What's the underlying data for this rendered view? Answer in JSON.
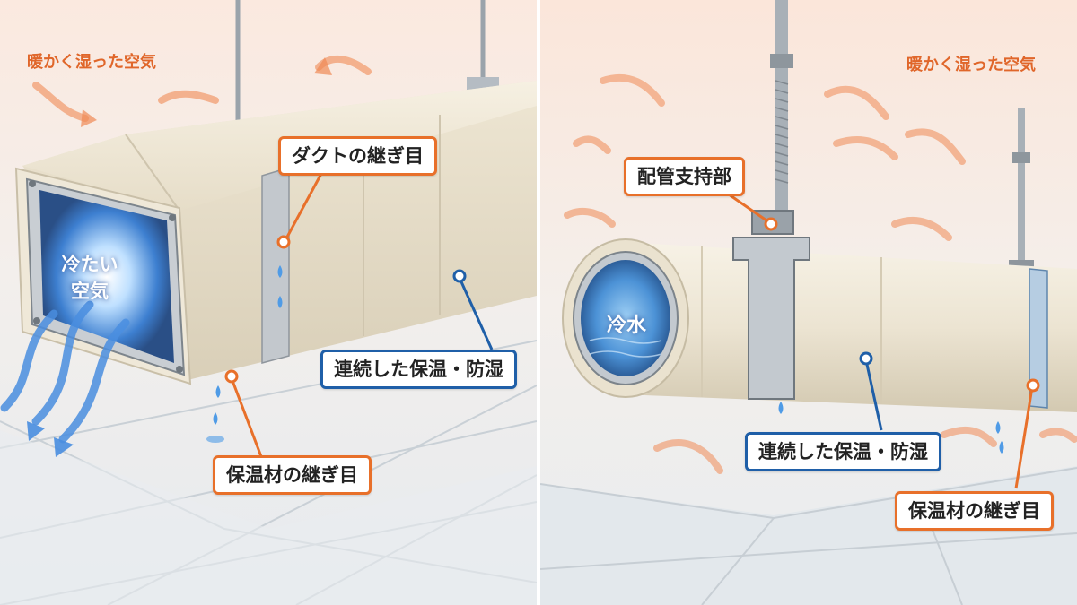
{
  "left_panel": {
    "warm_air_label": "暖かく湿った空気",
    "cold_air_line1": "冷たい",
    "cold_air_line2": "空気",
    "callout_duct_seam": "ダクトの継ぎ目",
    "callout_continuous": "連続した保温・防湿",
    "callout_insulation_seam": "保温材の継ぎ目"
  },
  "right_panel": {
    "warm_air_label": "暖かく湿った空気",
    "cold_water_label": "冷水",
    "callout_support": "配管支持部",
    "callout_continuous": "連続した保温・防湿",
    "callout_insulation_seam": "保温材の継ぎ目"
  },
  "colors": {
    "warm_air": "#f08a55",
    "cold_air": "#3f86d8",
    "callout_orange": "#e8702a",
    "callout_blue": "#1f5fa8",
    "insulation": "#ece4d2"
  }
}
